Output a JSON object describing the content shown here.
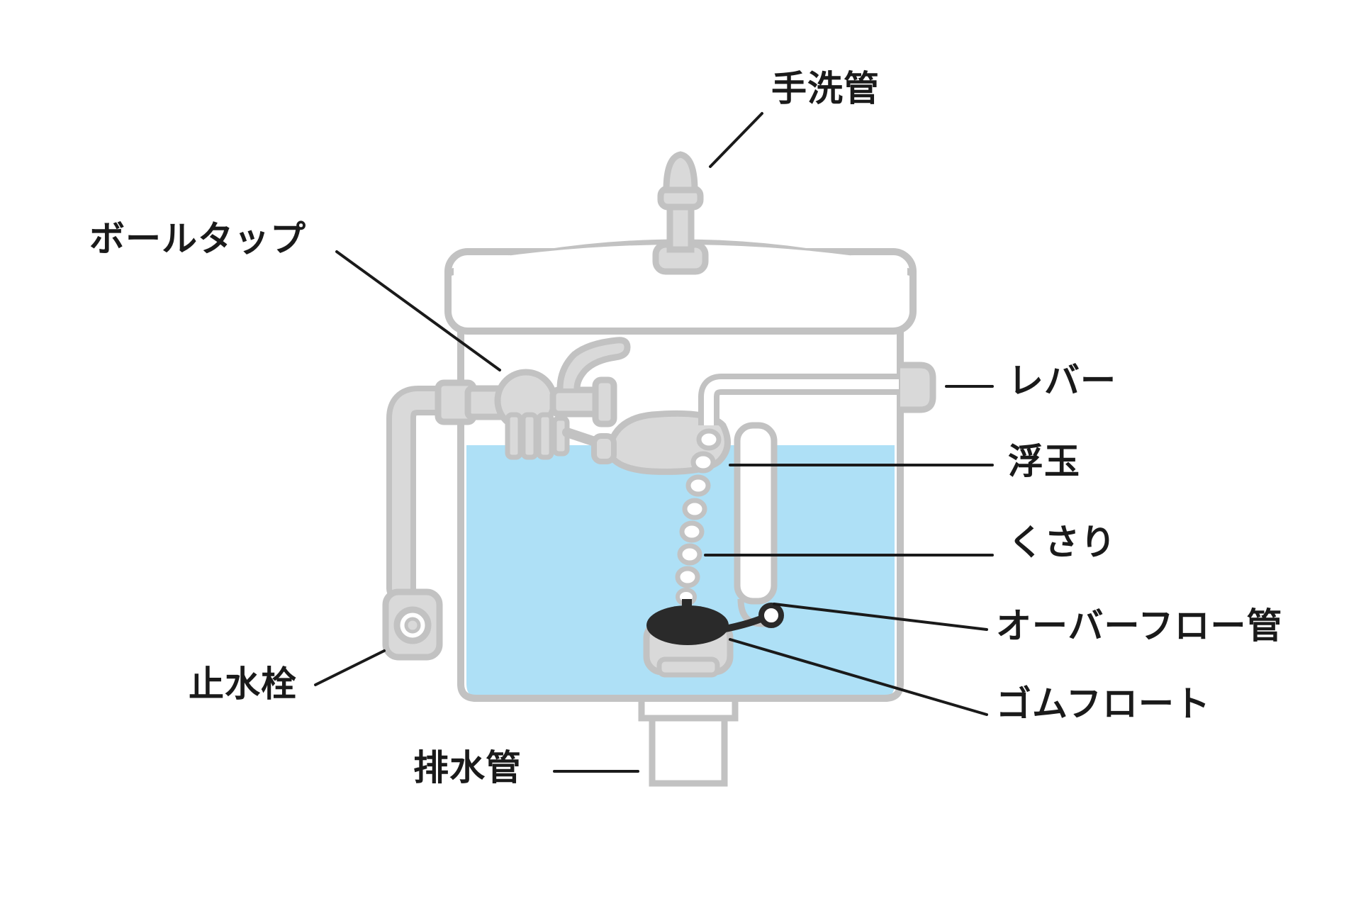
{
  "labels": {
    "hand_wash_pipe": "手洗管",
    "ball_tap": "ボールタップ",
    "lever": "レバー",
    "float_ball": "浮玉",
    "chain": "くさり",
    "overflow_pipe": "オーバーフロー管",
    "stopcock": "止水栓",
    "rubber_float": "ゴムフロート",
    "drain_pipe": "排水管"
  },
  "colors": {
    "water": "#aee0f6",
    "outline": "#c2c2c2",
    "part_fill": "#d9d9d9",
    "rubber_float": "#2a2a2a",
    "leader_line": "#1a1a1a",
    "text": "#1a1a1a"
  }
}
